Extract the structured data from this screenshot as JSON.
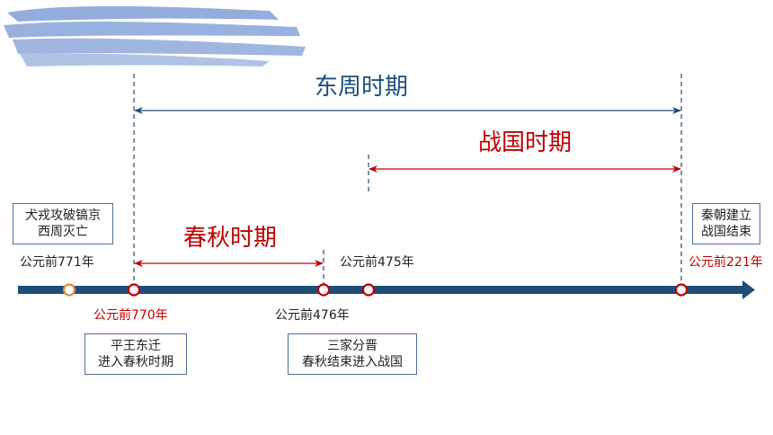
{
  "periods": {
    "eastern_zhou": "东周时期",
    "warring_states": "战国时期",
    "spring_autumn": "春秋时期"
  },
  "years": {
    "y771": "公元前771年",
    "y770": "公元前770年",
    "y476": "公元前476年",
    "y475": "公元前475年",
    "y221": "公元前221年"
  },
  "events": {
    "xirong": {
      "line1": "犬戎攻破镐京",
      "line2": "西周灭亡"
    },
    "pingwang": {
      "line1": "平王东迁",
      "line2": "进入春秋时期"
    },
    "sanjia": {
      "line1": "三家分晋",
      "line2": "春秋结束进入战国"
    },
    "qin": {
      "line1": "秦朝建立",
      "line2": "战国结束"
    }
  },
  "colors": {
    "timeline": "#1f4e79",
    "eastern_zhou": "#1f4e79",
    "red": "#c00000",
    "orange_marker": "#e08a3c",
    "brush": "#8ea9db"
  }
}
